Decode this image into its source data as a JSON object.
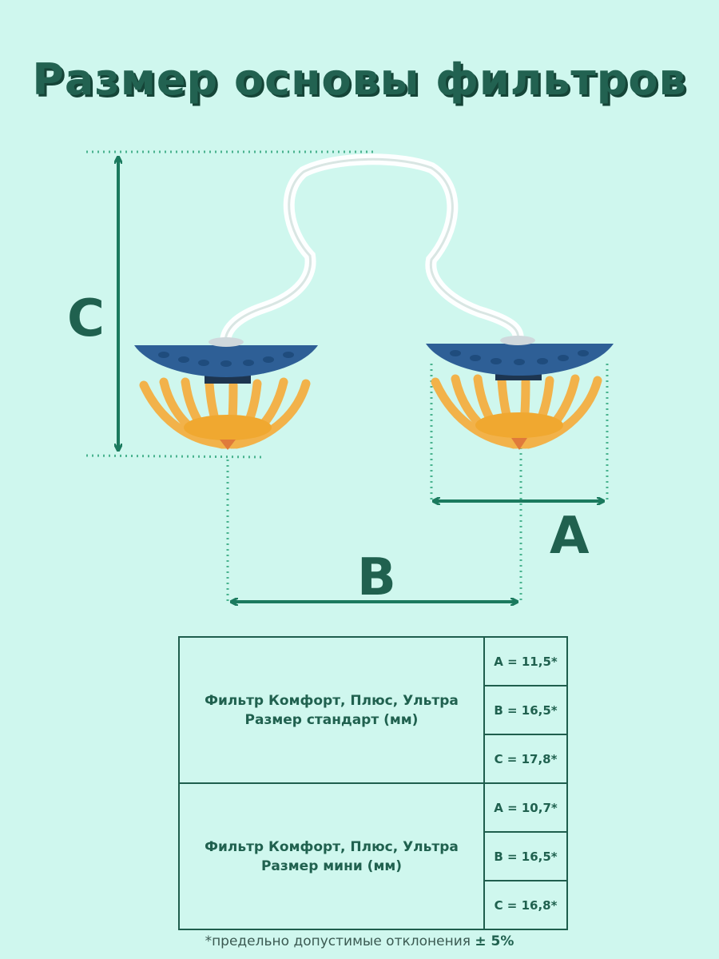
{
  "title": "Размер основы фильтров",
  "labels": {
    "c": "C",
    "a": "A",
    "b": "B"
  },
  "colors": {
    "background": "#cff7ee",
    "accent": "#1b7a5e",
    "cap_blue": "#2e5f96",
    "cage_orange": "#f2b24a"
  },
  "table": {
    "groups": [
      {
        "line1": "Фильтр Комфорт, Плюс, Ультра",
        "line2": "Размер стандарт (мм)",
        "values": [
          "A = 11,5*",
          "B = 16,5*",
          "C = 17,8*"
        ]
      },
      {
        "line1": "Фильтр Комфорт, Плюс, Ультра",
        "line2": "Размер мини (мм)",
        "values": [
          "A = 10,7*",
          "B = 16,5*",
          "C = 16,8*"
        ]
      }
    ]
  },
  "footnote": {
    "text": "*предельно допустимые отклонения",
    "bold": "± 5%"
  }
}
